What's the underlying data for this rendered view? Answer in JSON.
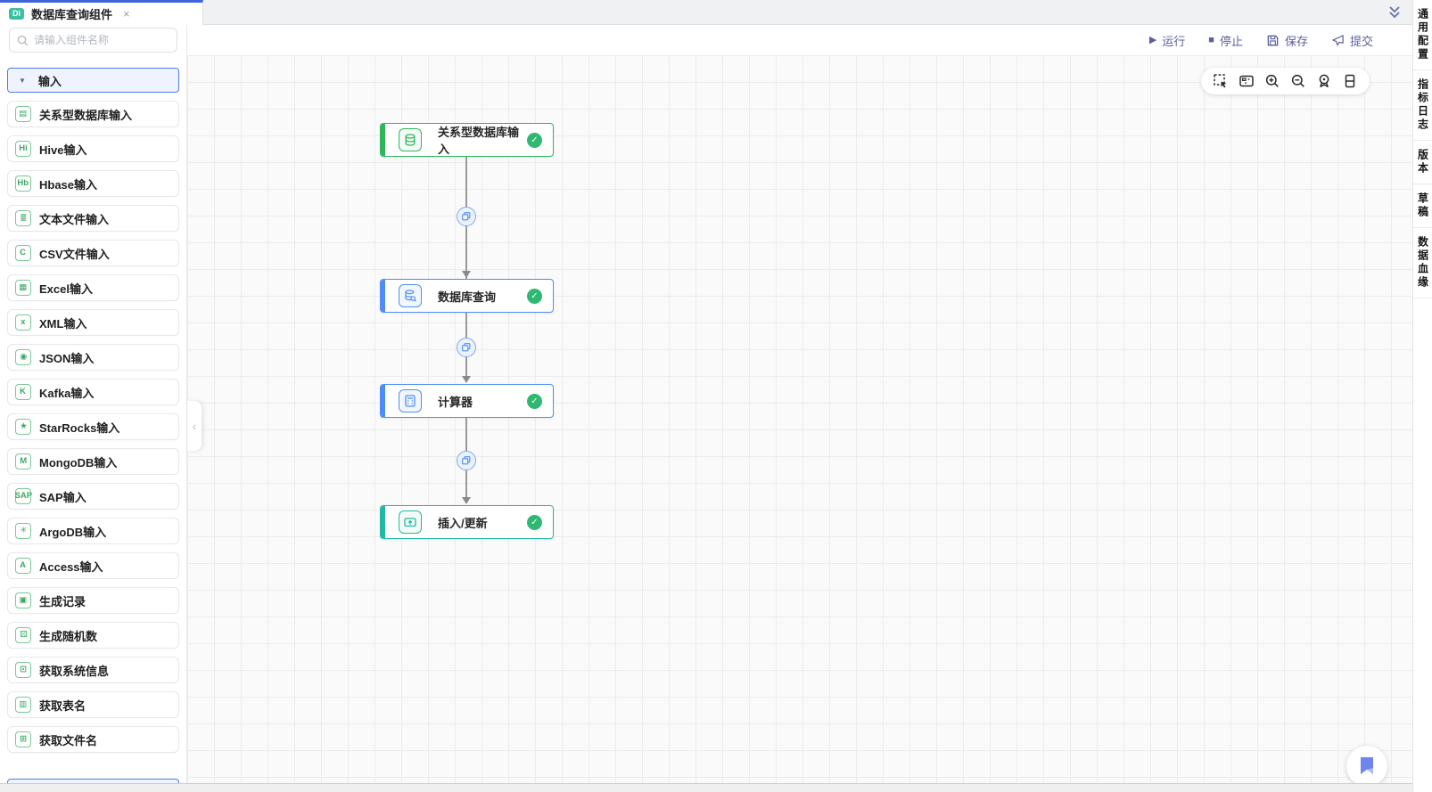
{
  "window": {
    "tab": {
      "badge": "Di",
      "title": "数据库查询组件",
      "close_glyph": "×"
    }
  },
  "toolbar": {
    "run_label": "运行",
    "run_glyph": "▶",
    "stop_label": "停止",
    "stop_glyph": "■",
    "save_label": "保存",
    "submit_label": "提交"
  },
  "sidebar": {
    "search_placeholder": "请输入组件名称",
    "section": {
      "label": "输入",
      "arrow_glyph": "▼"
    },
    "collapse_glyph": "‹",
    "items": [
      {
        "icon": "database-icon",
        "glyph": "▤",
        "label": "关系型数据库输入"
      },
      {
        "icon": "hive-icon",
        "glyph": "Hi",
        "label": "Hive输入"
      },
      {
        "icon": "hbase-icon",
        "glyph": "Hb",
        "label": "Hbase输入"
      },
      {
        "icon": "text-file-icon",
        "glyph": "≣",
        "label": "文本文件输入"
      },
      {
        "icon": "csv-file-icon",
        "glyph": "C",
        "label": "CSV文件输入"
      },
      {
        "icon": "excel-icon",
        "glyph": "▦",
        "label": "Excel输入"
      },
      {
        "icon": "xml-file-icon",
        "glyph": "x",
        "label": "XML输入"
      },
      {
        "icon": "json-icon",
        "glyph": "◉",
        "label": "JSON输入"
      },
      {
        "icon": "kafka-icon",
        "glyph": "K",
        "label": "Kafka输入"
      },
      {
        "icon": "starrocks-icon",
        "glyph": "★",
        "label": "StarRocks输入"
      },
      {
        "icon": "mongodb-icon",
        "glyph": "M",
        "label": "MongoDB输入"
      },
      {
        "icon": "sap-icon",
        "glyph": "SAP",
        "label": "SAP输入"
      },
      {
        "icon": "argodb-icon",
        "glyph": "✳",
        "label": "ArgoDB输入"
      },
      {
        "icon": "access-icon",
        "glyph": "A",
        "label": "Access输入"
      },
      {
        "icon": "generate-records-icon",
        "glyph": "▣",
        "label": "生成记录"
      },
      {
        "icon": "generate-random-icon",
        "glyph": "⚄",
        "label": "生成随机数"
      },
      {
        "icon": "system-info-icon",
        "glyph": "⊡",
        "label": "获取系统信息"
      },
      {
        "icon": "get-table-name-icon",
        "glyph": "▥",
        "label": "获取表名"
      },
      {
        "icon": "get-file-name-icon",
        "glyph": "⊞",
        "label": "获取文件名"
      }
    ]
  },
  "canvas": {
    "check_glyph": "✓",
    "nodes": [
      {
        "label": "关系型数据库输入",
        "status": "success",
        "color": "#2fb65a",
        "icon": "database-icon"
      },
      {
        "label": "数据库查询",
        "status": "success",
        "color": "#4e8df7",
        "icon": "database-query-icon"
      },
      {
        "label": "计算器",
        "status": "success",
        "color": "#4e8df7",
        "icon": "calculator-icon"
      },
      {
        "label": "插入/更新",
        "status": "success",
        "color": "#1fb9a5",
        "icon": "insert-update-icon"
      }
    ],
    "map_toolbar": [
      "marquee-select",
      "minimap",
      "zoom-in",
      "zoom-out",
      "locate",
      "bookmark"
    ]
  },
  "right_panel": {
    "tabs": [
      {
        "id": "general-config",
        "label": "通用配置"
      },
      {
        "id": "metrics-log",
        "label": "指标日志"
      },
      {
        "id": "version",
        "label": "版本"
      },
      {
        "id": "draft",
        "label": "草稿"
      },
      {
        "id": "data-lineage",
        "label": "数据血缘"
      }
    ]
  },
  "colors": {
    "accent_blue": "#3e63dd",
    "badge_teal": "#3ec0a0",
    "toolbar_purple": "#5b5f9e",
    "node_green": "#2fb65a",
    "node_blue": "#4e8df7",
    "node_teal": "#1fb9a5",
    "status_green": "#2eb872",
    "sidebar_icon_green": "#3ca963",
    "bookmark_blue": "#6c86ee"
  }
}
